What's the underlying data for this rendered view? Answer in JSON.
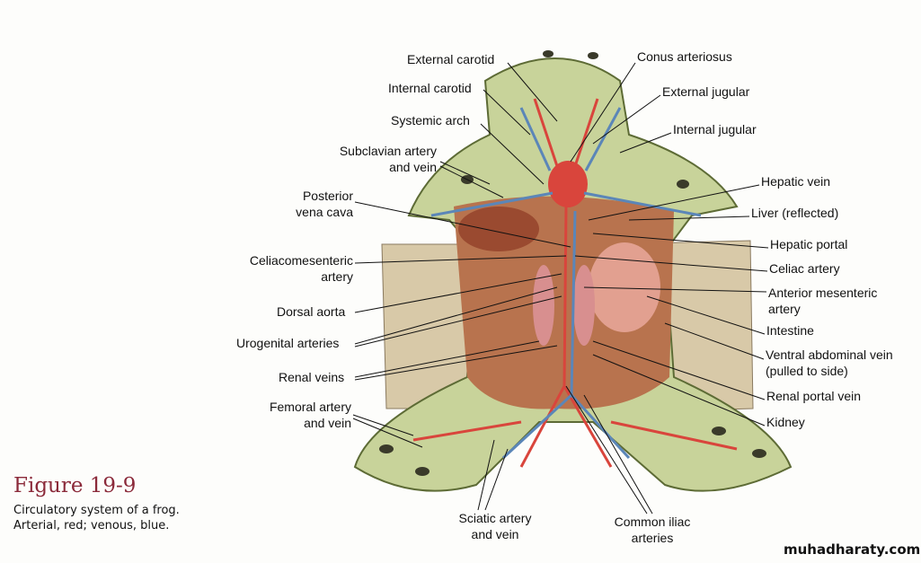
{
  "figure": {
    "title": "Figure 19-9",
    "caption_line1": "Circulatory system of a frog.",
    "caption_line2": "Arterial, red; venous, blue."
  },
  "labels_left": {
    "external_carotid": "External carotid",
    "internal_carotid": "Internal carotid",
    "systemic_arch": "Systemic arch",
    "subclavian_1": "Subclavian artery",
    "subclavian_2": "and vein",
    "posterior_vena_cava_1": "Posterior",
    "posterior_vena_cava_2": "vena cava",
    "celiacomesenteric_1": "Celiacomesenteric",
    "celiacomesenteric_2": "artery",
    "dorsal_aorta": "Dorsal aorta",
    "urogenital_arteries": "Urogenital arteries",
    "renal_veins": "Renal veins",
    "femoral_1": "Femoral artery",
    "femoral_2": "and vein"
  },
  "labels_right": {
    "conus_arteriosus": "Conus arteriosus",
    "external_jugular": "External jugular",
    "internal_jugular": "Internal jugular",
    "hepatic_vein": "Hepatic vein",
    "liver": "Liver (reflected)",
    "hepatic_portal": "Hepatic portal",
    "celiac_artery": "Celiac artery",
    "anterior_mesenteric_1": "Anterior mesenteric",
    "anterior_mesenteric_2": "artery",
    "intestine": "Intestine",
    "ventral_abdominal_1": "Ventral abdominal vein",
    "ventral_abdominal_2": "(pulled to side)",
    "renal_portal_vein": "Renal portal vein",
    "kidney": "Kidney"
  },
  "labels_bottom": {
    "sciatic_1": "Sciatic artery",
    "sciatic_2": "and vein",
    "common_iliac_1": "Common iliac",
    "common_iliac_2": "arteries"
  },
  "watermark": "muhadharaty.com",
  "colors": {
    "artery": "#d9453c",
    "vein": "#5b86b8",
    "skin": "#c8d39a",
    "flesh": "#b8734e",
    "caption": "#8b2a3a"
  }
}
